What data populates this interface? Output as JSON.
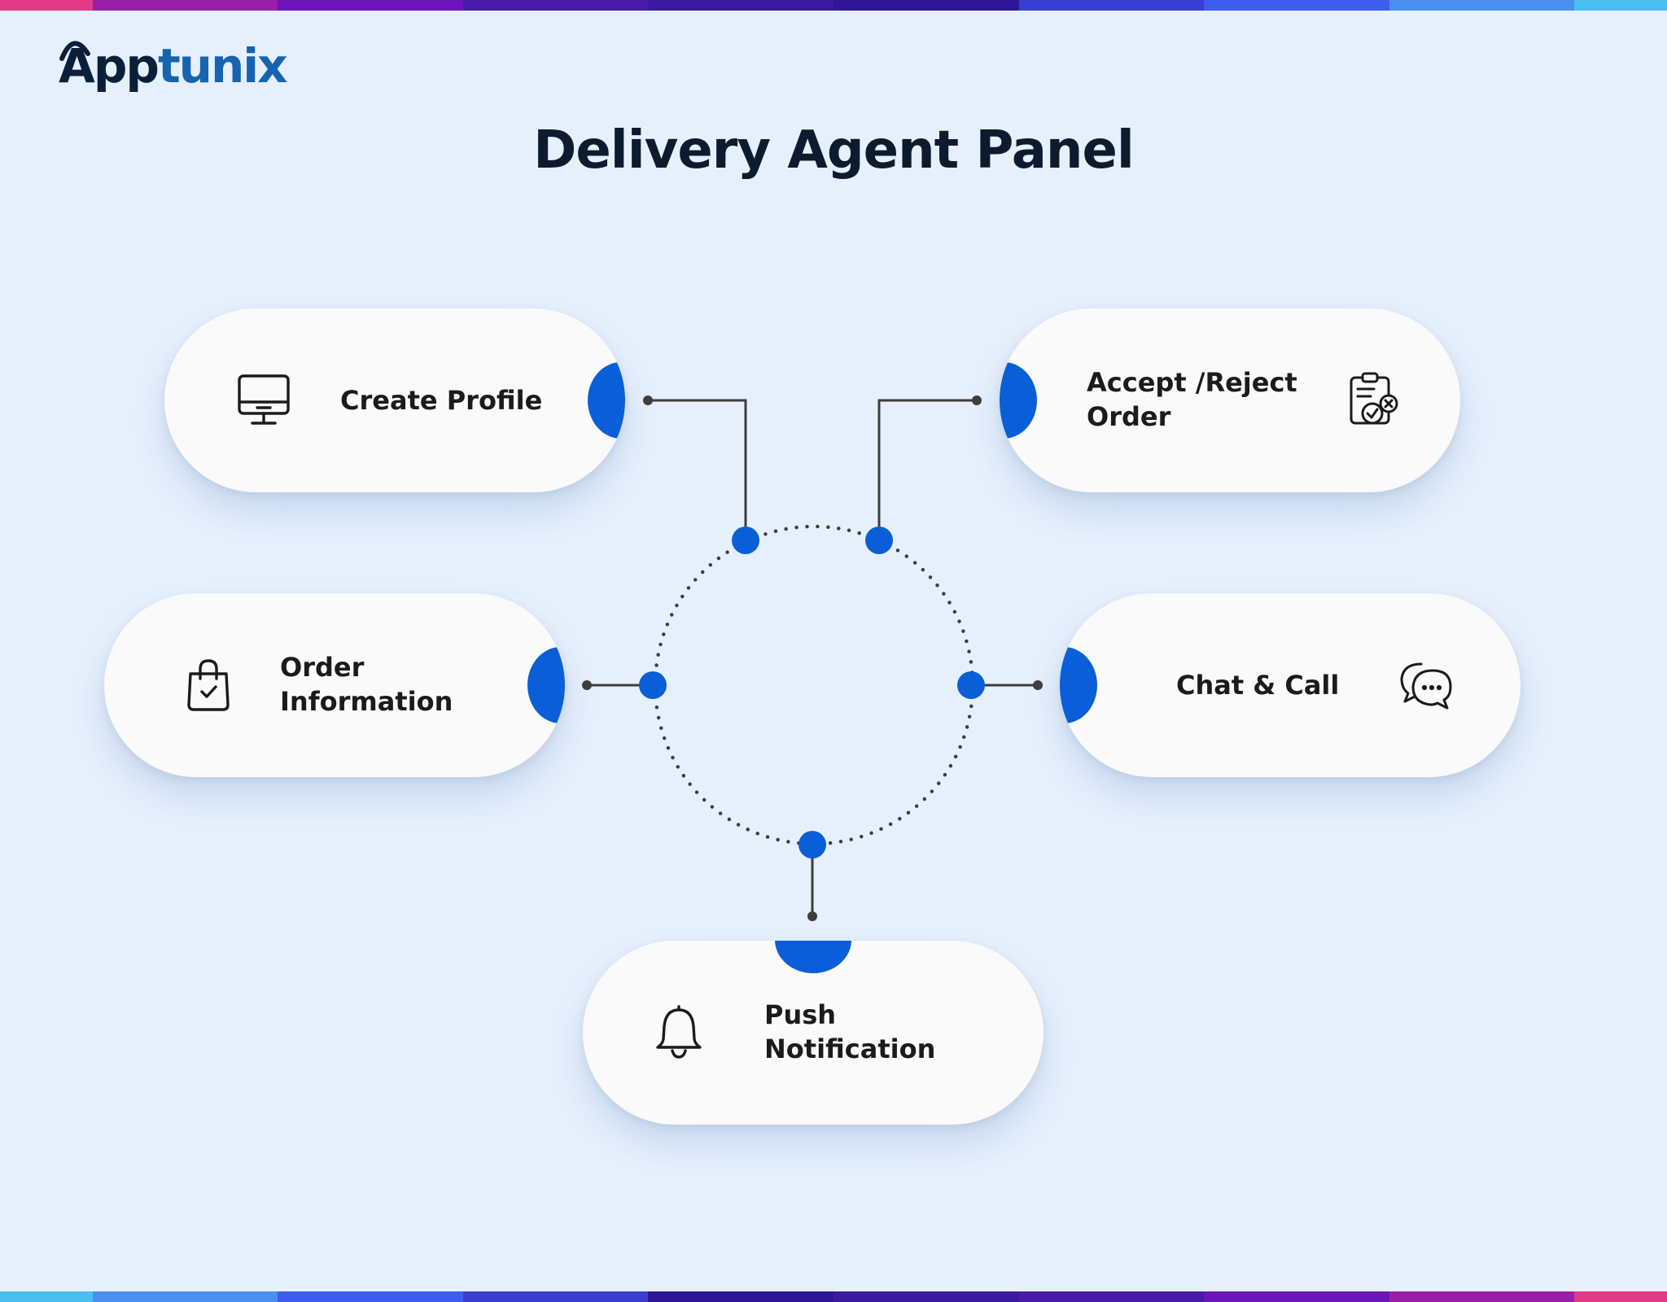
{
  "brand": {
    "logo_part1": "App",
    "logo_part2": "tunix"
  },
  "title": "Delivery Agent Panel",
  "features": [
    {
      "id": "create-profile",
      "label": "Create Profile",
      "icon": "monitor-icon"
    },
    {
      "id": "accept-reject-order",
      "label": "Accept /Reject\nOrder",
      "icon": "clipboard-check-icon"
    },
    {
      "id": "order-information",
      "label": "Order\nInformation",
      "icon": "shopping-bag-icon"
    },
    {
      "id": "chat-call",
      "label": "Chat & Call",
      "icon": "chat-bubbles-icon"
    },
    {
      "id": "push-notification",
      "label": "Push\nNotification",
      "icon": "bell-icon"
    }
  ],
  "colors": {
    "background": "#e6f0fd",
    "accent": "#0a5fd8",
    "title": "#0d1b2e",
    "card": "#fafafa",
    "connector": "#3d3d3d",
    "logo_dark": "#0b1f3a",
    "logo_blue": "#1763b0"
  }
}
